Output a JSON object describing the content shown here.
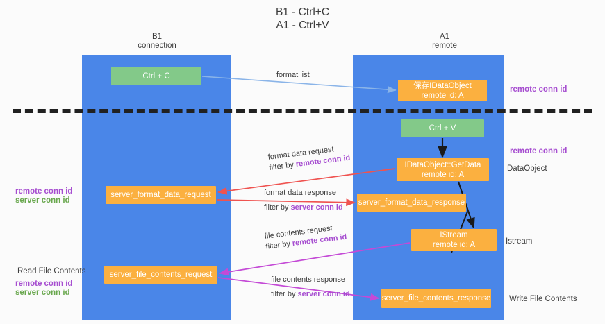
{
  "title": "B1 - Ctrl+C\nA1 - Ctrl+V",
  "lanes": [
    {
      "id": "b1",
      "header": "B1\nconnection"
    },
    {
      "id": "a1",
      "header": "A1\nremote"
    }
  ],
  "nodes": {
    "ctrl_c": {
      "label": "Ctrl + C",
      "color": "#83c989"
    },
    "ctrl_v": {
      "label": "Ctrl + V",
      "color": "#83c989"
    },
    "save_idataobject": {
      "line1": "保存IDataObject",
      "line2": "remote id: A",
      "color": "#fbb040"
    },
    "getdata": {
      "line1": "IDataObject::GetData",
      "line2": "remote id: A",
      "color": "#fbb040"
    },
    "istream": {
      "line1": "IStream",
      "line2": "remote id: A",
      "color": "#fbb040"
    },
    "server_format_data_request": {
      "label": "server_format_data_request",
      "color": "#fbb040"
    },
    "server_format_data_response": {
      "label": "server_format_data_response",
      "color": "#fbb040"
    },
    "server_file_contents_request": {
      "label": "server_file_contents_request",
      "color": "#fbb040"
    },
    "server_file_contents_response": {
      "label": "server_file_contents_response",
      "color": "#fbb040"
    }
  },
  "edges": {
    "format_list": {
      "label": "format list"
    },
    "format_data_request": {
      "line1": "format data request",
      "filter_prefix": "filter by ",
      "filter_key": "remote conn id"
    },
    "format_data_response": {
      "line1": "format data response",
      "filter_prefix": "filter by ",
      "filter_key": "server conn id"
    },
    "file_contents_request": {
      "line1": "file contents request",
      "filter_prefix": "filter by ",
      "filter_key": "remote conn id"
    },
    "file_contents_response": {
      "line1": "file contents response",
      "filter_prefix": "filter by ",
      "filter_key": "server conn id"
    }
  },
  "side_labels": {
    "remote_conn_id_top": "remote conn id",
    "remote_conn_id_mid": "remote conn id",
    "data_object": "DataObject",
    "istream": "Istream",
    "write_file_contents": "Write File Contents",
    "left_remote_conn_id": "remote conn id",
    "left_server_conn_id": "server conn id",
    "read_file_contents": "Read File Contents",
    "left_remote_conn_id_2": "remote conn id",
    "left_server_conn_id_2": "server conn id"
  },
  "colors": {
    "lane": "#4a86e8",
    "green_node": "#83c989",
    "orange_node": "#fbb040",
    "purple_text": "#a64dd0",
    "green_text": "#6aa84f",
    "red_arrow": "#ef5350",
    "magenta_arrow": "#c44ad6",
    "blue_arrow": "#8ab4e8",
    "black_arrow": "#1a1a1a",
    "divider": "#212121",
    "background": "#fbfbfb"
  }
}
